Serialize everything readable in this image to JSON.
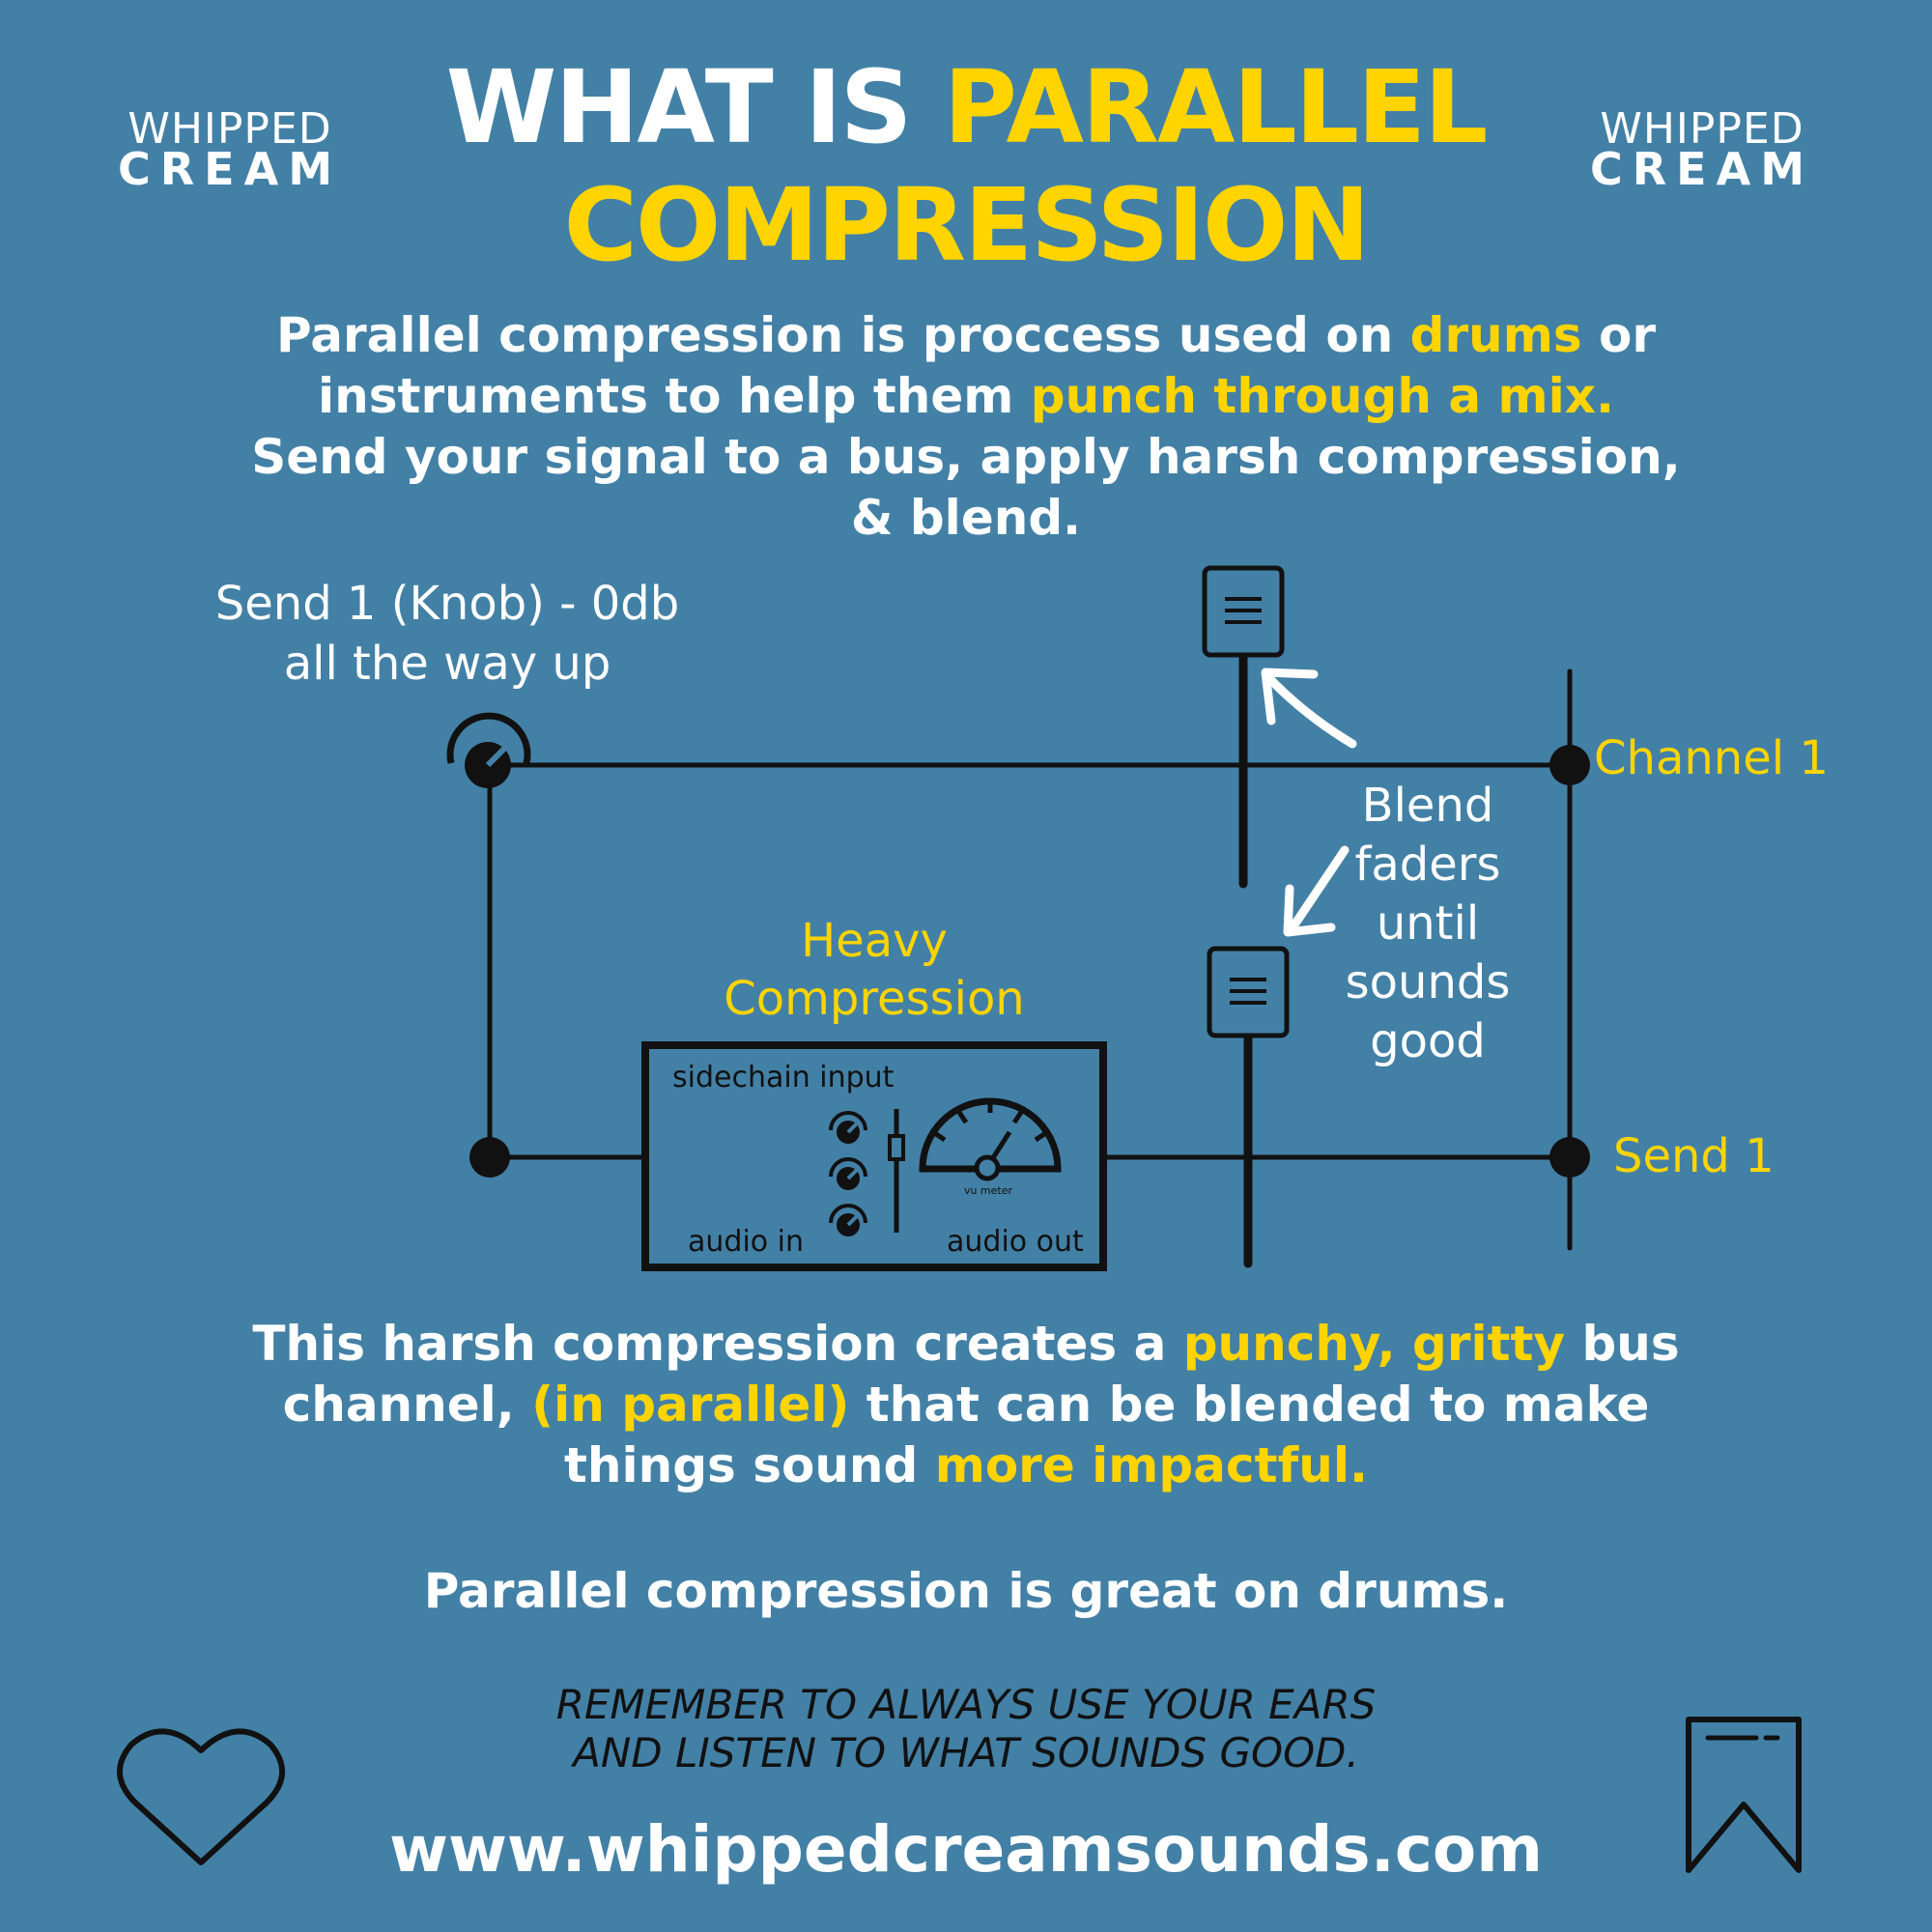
{
  "logo": {
    "line1": "WHIPPED",
    "line2": "CREAM"
  },
  "title": {
    "part1": "WHAT IS ",
    "part2": "PARALLEL",
    "line2": "COMPRESSION"
  },
  "intro": {
    "line1_a": "Parallel compression is proccess used on ",
    "line1_b": "drums",
    "line1_c": " or",
    "line2_a": "instruments to help them ",
    "line2_b": "punch through a mix.",
    "line3": "Send your signal to a bus, apply harsh compression,",
    "line4": "& blend."
  },
  "diagram": {
    "send_knob_label_1": "Send 1 (Knob) - 0db",
    "send_knob_label_2": "all the way up",
    "channel_label": "Channel 1",
    "send_label": "Send 1",
    "blend_label": [
      "Blend",
      "faders",
      "until",
      "sounds",
      "good"
    ],
    "compressor_title_1": "Heavy",
    "compressor_title_2": "Compression",
    "sidechain_label": "sidechain input",
    "audio_in_label": "audio in",
    "audio_out_label": "audio out",
    "vu_label": "vu meter"
  },
  "outro": {
    "line1_a": "This harsh compression creates a ",
    "line1_b": "punchy, gritty",
    "line1_c": " bus",
    "line2_a": "channel, ",
    "line2_b": "(in parallel)",
    "line2_c": " that can be blended to make",
    "line3_a": "things sound ",
    "line3_b": "more impactful."
  },
  "drums_note": "Parallel compression is great on drums.",
  "remember": {
    "line1": "REMEMBER TO ALWAYS USE YOUR EARS",
    "line2": "AND LISTEN TO WHAT SOUNDS GOOD."
  },
  "website": "www.whippedcreamsounds.com",
  "icons": {
    "like": "heart-icon",
    "save": "bookmark-icon"
  },
  "colors": {
    "background": "#4380a6",
    "accent": "#ffd400",
    "ink": "#111111",
    "text": "#ffffff"
  }
}
